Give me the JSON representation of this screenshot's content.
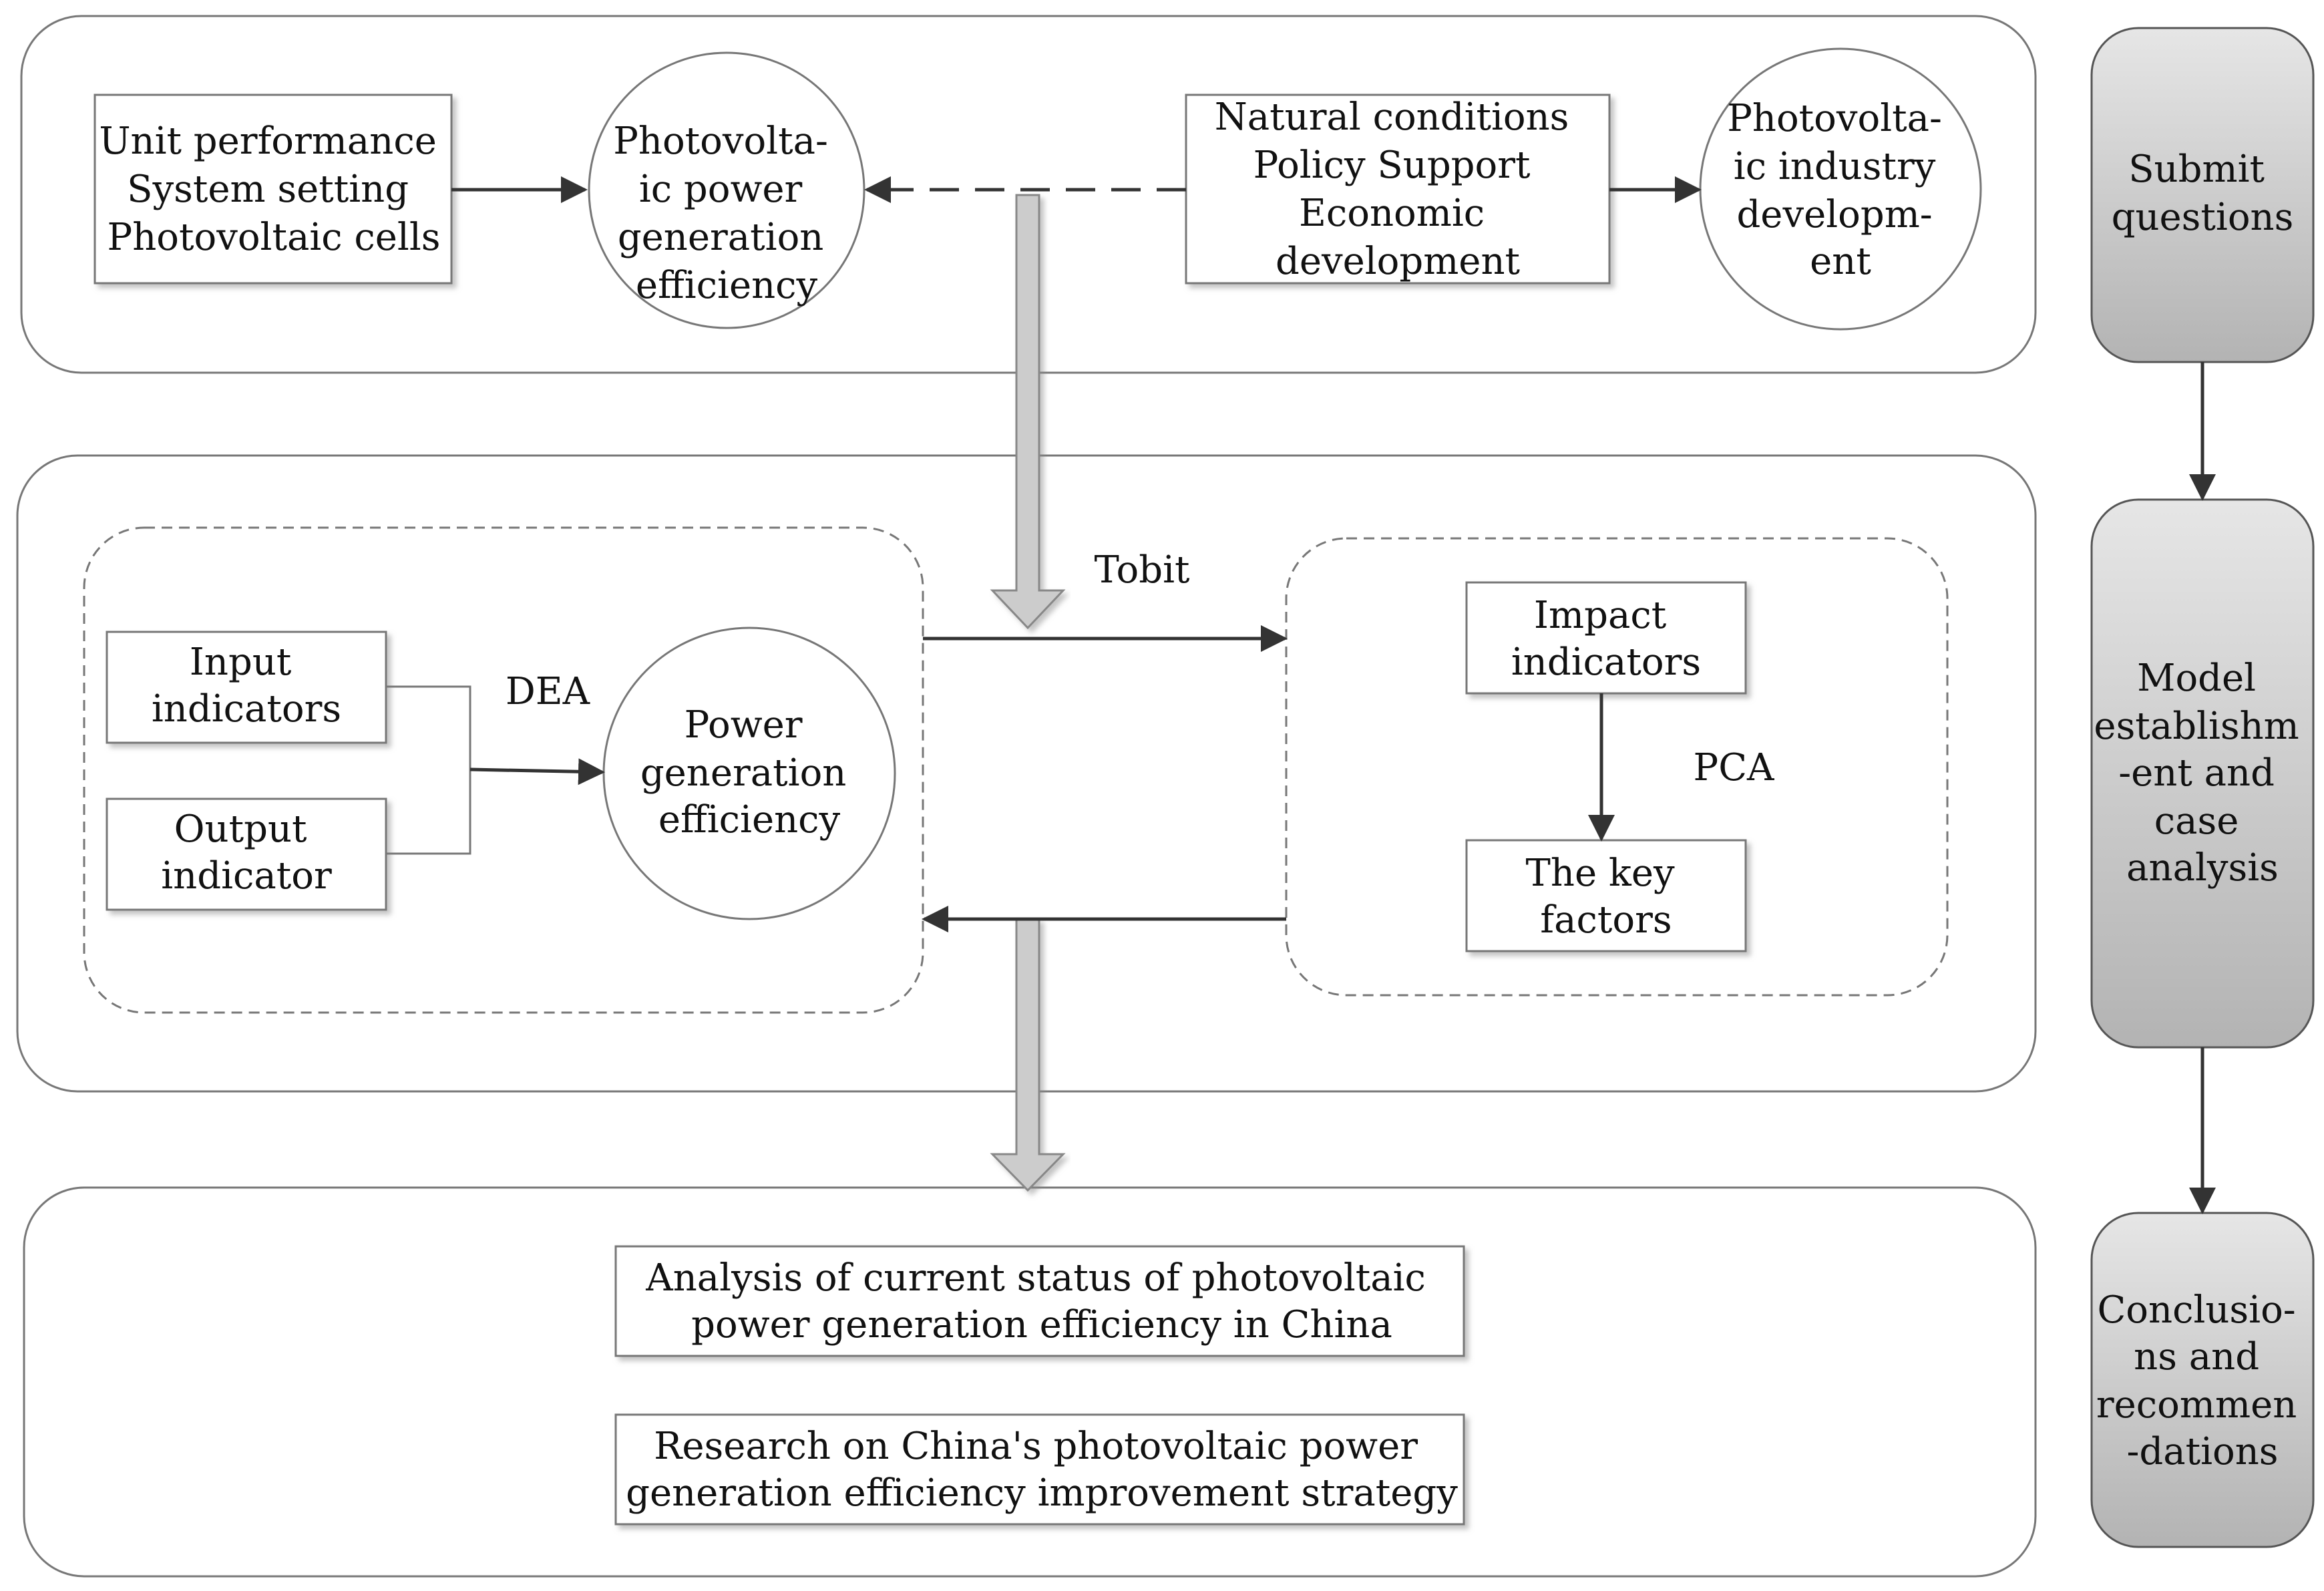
{
  "top_row": {
    "inputs_box": [
      "Unit performance",
      "System setting",
      "Photovoltaic cells"
    ],
    "pv_efficiency_circle": [
      "Photovolta-",
      "ic power",
      "generation",
      "efficiency"
    ],
    "factors_box": [
      "Natural conditions",
      "Policy Support",
      "Economic",
      "development"
    ],
    "industry_circle": [
      "Photovolta-",
      "ic industry",
      "developm-",
      "ent"
    ]
  },
  "middle_row": {
    "input_indicators": [
      "Input",
      "indicators"
    ],
    "output_indicator": [
      "Output",
      "indicator"
    ],
    "dea_label": "DEA",
    "power_efficiency_circle": [
      "Power",
      "generation",
      "efficiency"
    ],
    "tobit_label": "Tobit",
    "impact_indicators": [
      "Impact",
      "indicators"
    ],
    "pca_label": "PCA",
    "key_factors": [
      "The key",
      "factors"
    ]
  },
  "bottom_row": {
    "analysis_box": [
      "Analysis of current status of photovoltaic",
      "power generation efficiency in China"
    ],
    "research_box": [
      "Research on China's photovoltaic power",
      "generation efficiency improvement strategy"
    ]
  },
  "stages": {
    "submit": [
      "Submit",
      "questions"
    ],
    "model": [
      "Model",
      "establishm",
      "-ent and",
      "case",
      "analysis"
    ],
    "conclusions": [
      "Conclusio-",
      "ns and",
      "recommen",
      "-dations"
    ]
  },
  "colors": {
    "stage_fill_top": "#e6e6e6",
    "stage_fill_bottom": "#b3b3b3",
    "big_arrow_fill": "#cccccc",
    "line": "#333333"
  }
}
